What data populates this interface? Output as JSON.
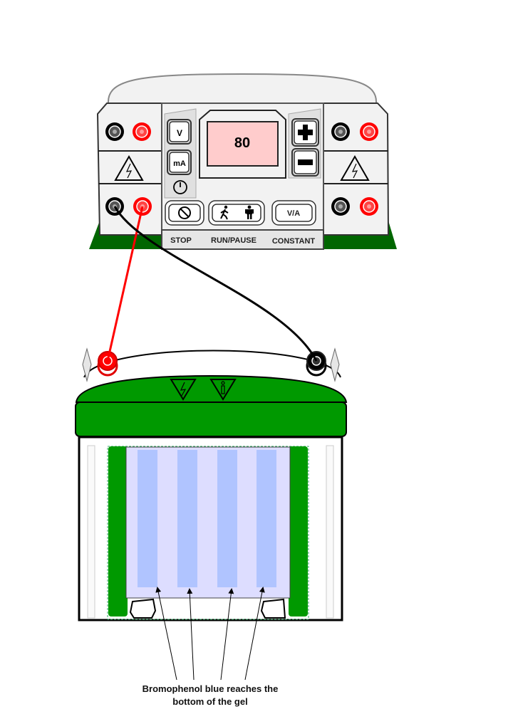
{
  "power_supply": {
    "display_value": "80",
    "buttons": {
      "volt": "V",
      "milliamp": "mA",
      "constant": "V/A"
    },
    "labels": {
      "stop": "STOP",
      "run_pause": "RUN/PAUSE",
      "constant": "CONSTANT"
    },
    "colors": {
      "display_bg": "#ffcccc",
      "base_green": "#006600",
      "body": "#f2f2f2"
    }
  },
  "gel_box": {
    "lane_count": 4,
    "colors": {
      "lid_green": "#009900",
      "gel": "#ddddff",
      "lane": "#b0c4ff",
      "lead_red": "#ff0000",
      "lead_black": "#000000"
    }
  },
  "annotation": {
    "line1": "Bromophenol blue reaches the",
    "line2": "bottom of the gel"
  }
}
